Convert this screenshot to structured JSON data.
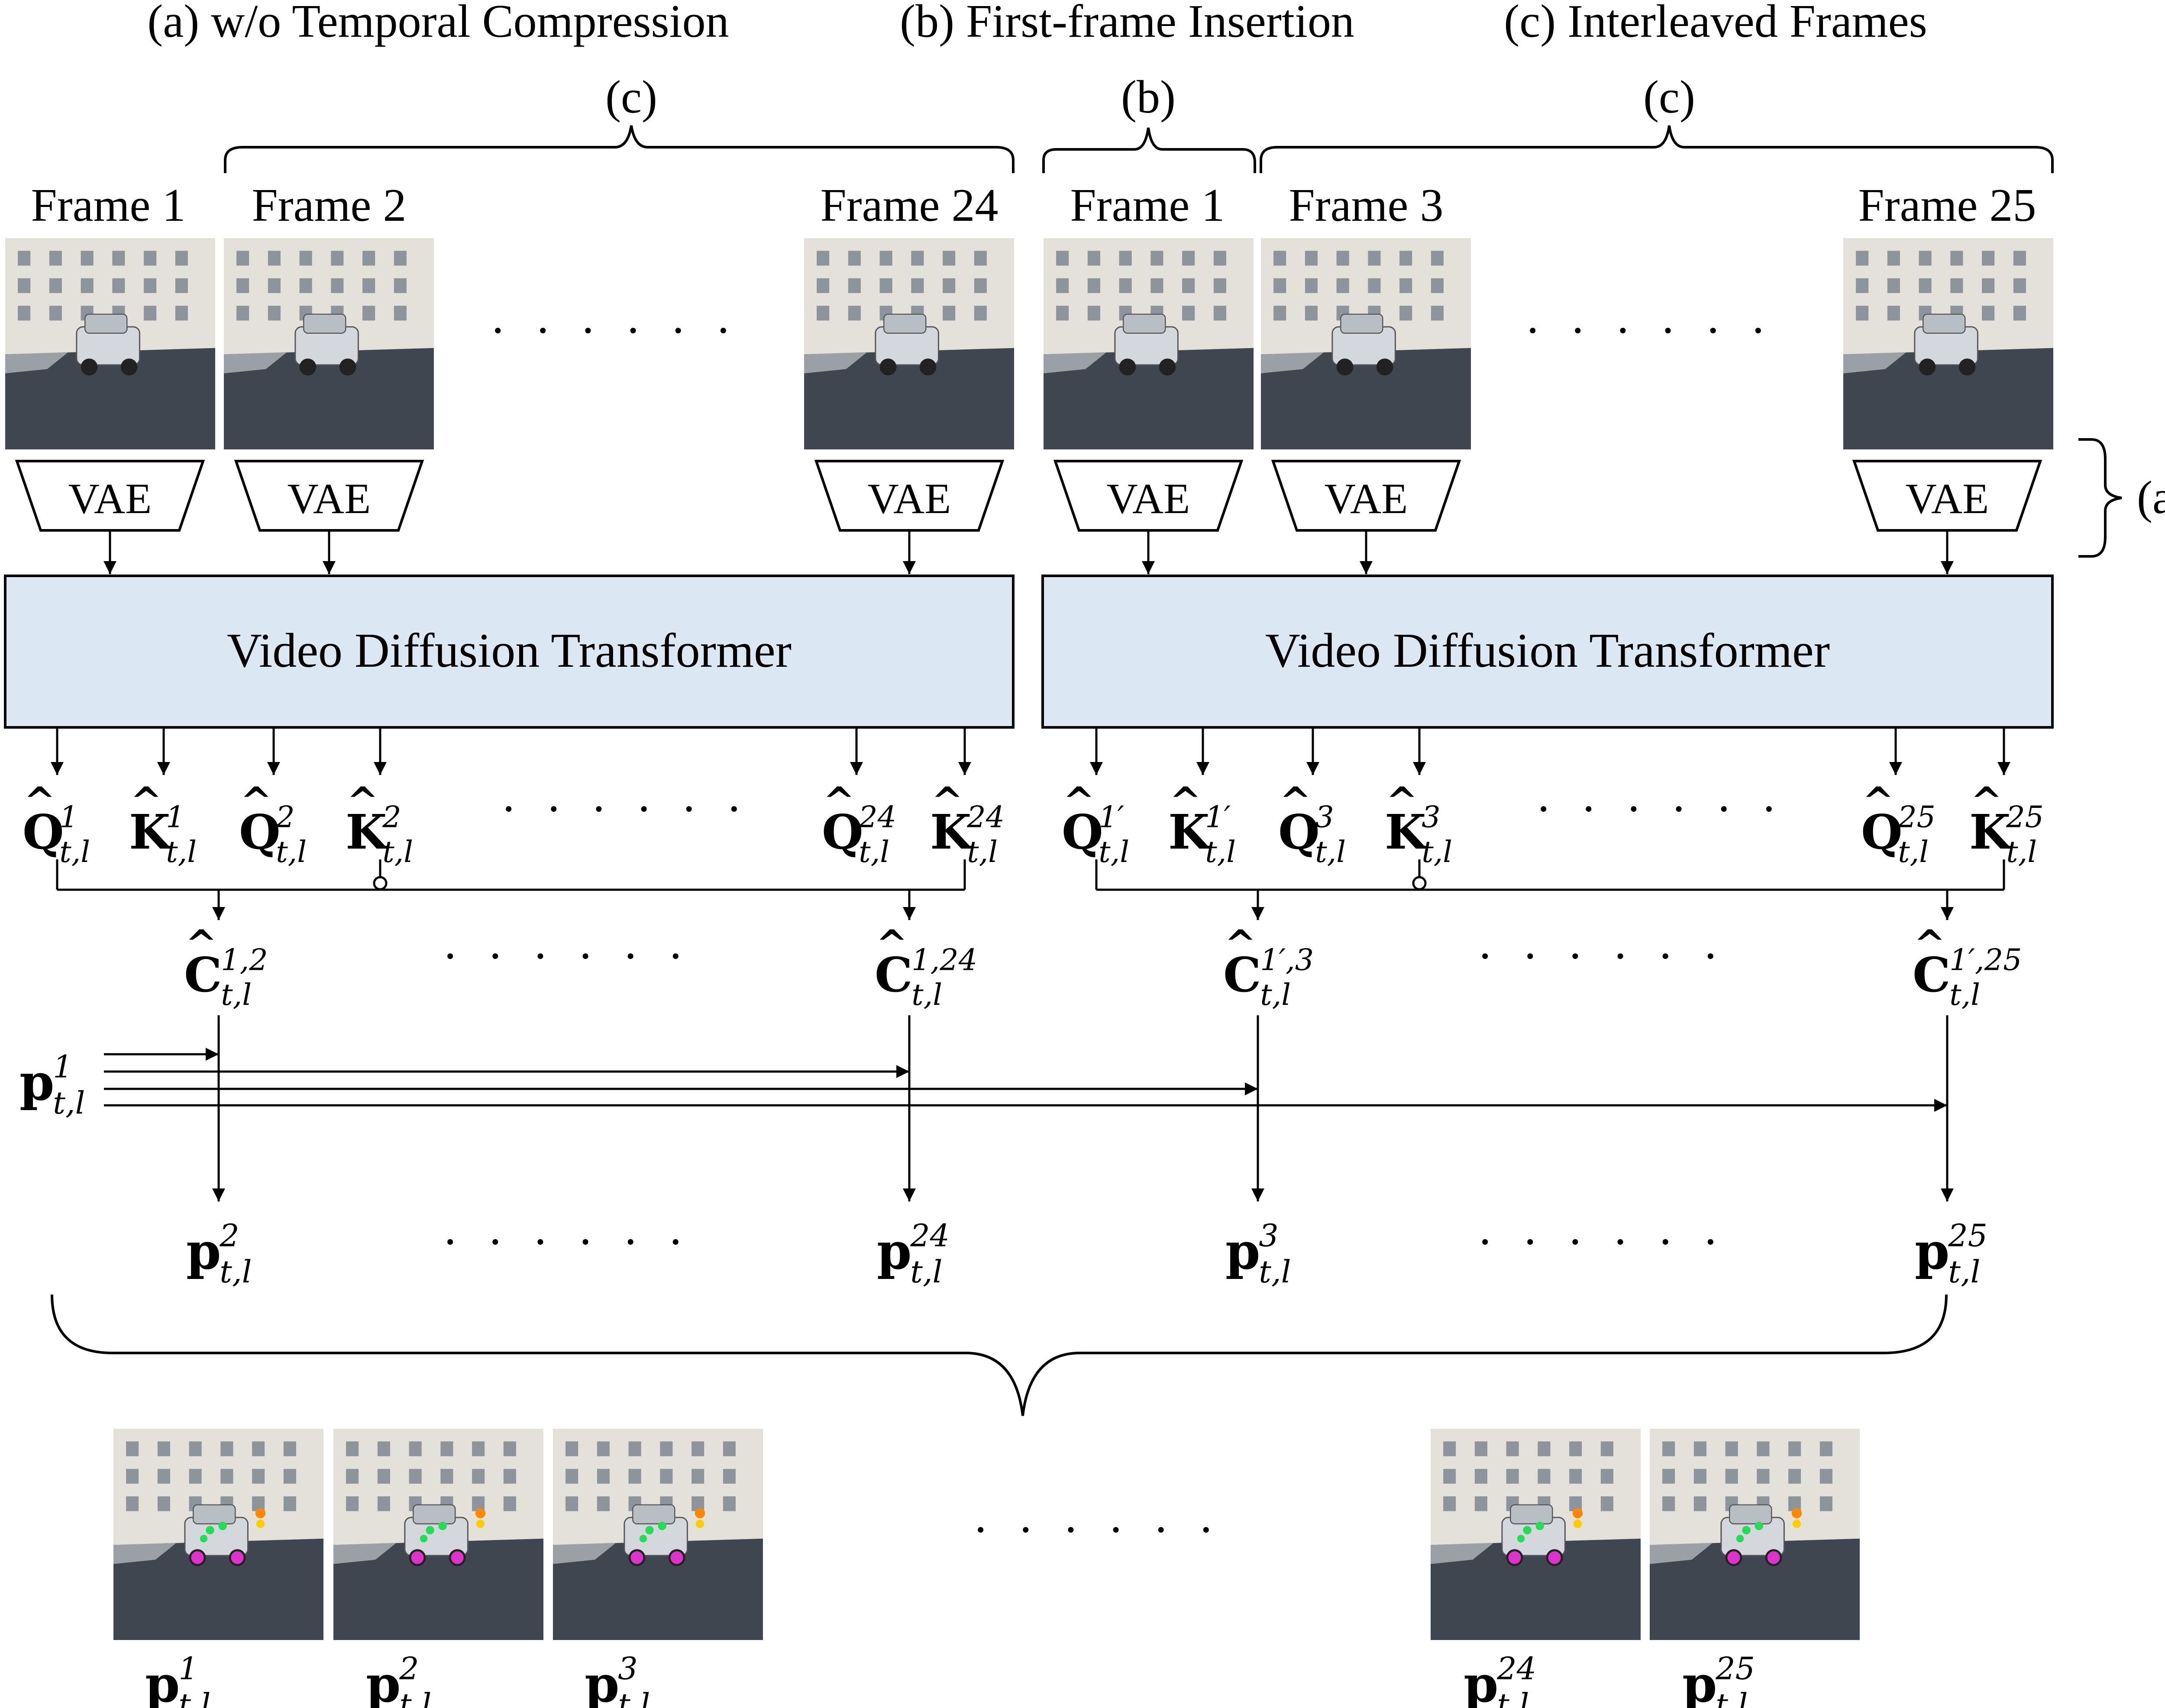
{
  "headers": {
    "a": "(a) w/o Temporal Compression",
    "b": "(b) First-frame Insertion",
    "c": "(c) Interleaved Frames"
  },
  "brace_labels": {
    "left_c": "(c)",
    "right_b": "(b)",
    "right_c": "(c)",
    "side_a": "(a)"
  },
  "frames_left": [
    "Frame 1",
    "Frame 2",
    "Frame 24"
  ],
  "frames_right": [
    "Frame 1",
    "Frame 3",
    "Frame 25"
  ],
  "vae_label": "VAE",
  "transformer_label": "Video Diffusion Transformer",
  "ellipsis": "· · · · · ·",
  "qk_left": [
    {
      "base": "Q",
      "hat": "^",
      "sup": "1",
      "sub": "t,l"
    },
    {
      "base": "K",
      "hat": "^",
      "sup": "1",
      "sub": "t,l"
    },
    {
      "base": "Q",
      "hat": "^",
      "sup": "2",
      "sub": "t,l"
    },
    {
      "base": "K",
      "hat": "^",
      "sup": "2",
      "sub": "t,l"
    },
    {
      "base": "Q",
      "hat": "^",
      "sup": "24",
      "sub": "t,l"
    },
    {
      "base": "K",
      "hat": "^",
      "sup": "24",
      "sub": "t,l"
    }
  ],
  "qk_right": [
    {
      "base": "Q",
      "hat": "^",
      "sup": "1′",
      "sub": "t,l"
    },
    {
      "base": "K",
      "hat": "^",
      "sup": "1′",
      "sub": "t,l"
    },
    {
      "base": "Q",
      "hat": "^",
      "sup": "3",
      "sub": "t,l"
    },
    {
      "base": "K",
      "hat": "^",
      "sup": "3",
      "sub": "t,l"
    },
    {
      "base": "Q",
      "hat": "^",
      "sup": "25",
      "sub": "t,l"
    },
    {
      "base": "K",
      "hat": "^",
      "sup": "25",
      "sub": "t,l"
    }
  ],
  "corr": [
    {
      "base": "C",
      "hat": "^",
      "sup": "1,2",
      "sub": "t,l"
    },
    {
      "base": "C",
      "hat": "^",
      "sup": "1,24",
      "sub": "t,l"
    },
    {
      "base": "C",
      "hat": "^",
      "sup": "1′,3",
      "sub": "t,l"
    },
    {
      "base": "C",
      "hat": "^",
      "sup": "1′,25",
      "sub": "t,l"
    }
  ],
  "p_source": {
    "base": "p",
    "sup": "1",
    "sub": "t,l"
  },
  "p_out": [
    {
      "base": "p",
      "sup": "2",
      "sub": "t,l"
    },
    {
      "base": "p",
      "sup": "24",
      "sub": "t,l"
    },
    {
      "base": "p",
      "sup": "3",
      "sub": "t,l"
    },
    {
      "base": "p",
      "sup": "25",
      "sub": "t,l"
    }
  ],
  "p_bottom": [
    {
      "base": "p",
      "sup": "1",
      "sub": "t,l"
    },
    {
      "base": "p",
      "sup": "2",
      "sub": "t,l"
    },
    {
      "base": "p",
      "sup": "3",
      "sub": "t,l"
    },
    {
      "base": "p",
      "sup": "24",
      "sub": "t,l"
    },
    {
      "base": "p",
      "sup": "25",
      "sub": "t,l"
    }
  ],
  "colors": {
    "transformer_fill": "#dbe7f3",
    "sky": "#c9d3dc",
    "building": "#e4e1da",
    "road": "#3f4650",
    "car": "#d4d7db",
    "track_green": "#22dd55",
    "track_magenta": "#dd33cc",
    "track_orange": "#ff8800"
  }
}
